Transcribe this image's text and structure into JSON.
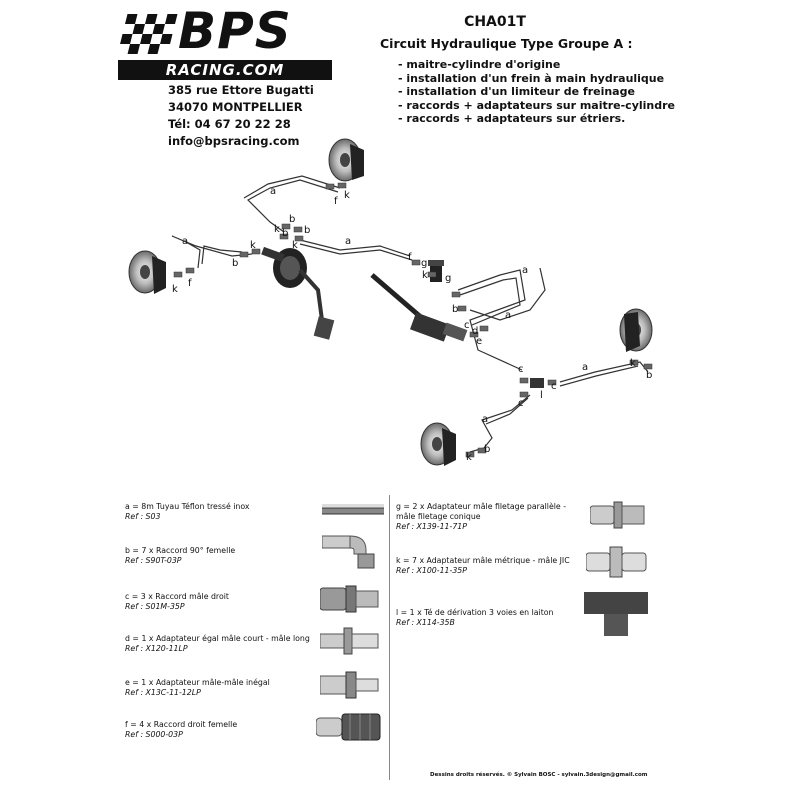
{
  "logo": {
    "brand": "BPS",
    "site": "RACING.COM"
  },
  "address": {
    "line1": "385 rue Ettore Bugatti",
    "line2": "34070 MONTPELLIER",
    "phone": "Tél: 04 67 20 22 28",
    "email": "info@bpsracing.com"
  },
  "kit": {
    "code": "CHA01T",
    "subtitle": "Circuit Hydraulique Type Groupe A :",
    "features": [
      "- maitre-cylindre d'origine",
      "- installation d'un frein à main hydraulique",
      "- installation d'un limiteur de freinage",
      "- raccords + adaptateurs sur maitre-cylindre",
      "- raccords + adaptateurs sur étriers."
    ]
  },
  "diagram_labels": [
    "a",
    "b",
    "c",
    "d",
    "e",
    "f",
    "g",
    "k",
    "l"
  ],
  "legend": [
    {
      "desc": "a = 8m Tuyau Téflon tressé inox",
      "ref": "Ref : S03"
    },
    {
      "desc": "b = 7 x Raccord 90° femelle",
      "ref": "Ref : S90T-03P"
    },
    {
      "desc": "c = 3 x Raccord mâle droit",
      "ref": "Ref : S01M-35P"
    },
    {
      "desc": "d = 1 x Adaptateur égal mâle court - mâle long",
      "ref": "Ref : X120-11LP"
    },
    {
      "desc": "e = 1 x Adaptateur mâle-mâle inégal",
      "ref": "Ref : X13C-11-12LP"
    },
    {
      "desc": "f = 4 x Raccord droit femelle",
      "ref": "Ref : S000-03P"
    },
    {
      "desc": "g = 2 x Adaptateur mâle filetage parallèle - mâle filetage conique",
      "ref": "Ref : X139-11-71P"
    },
    {
      "desc": "k = 7 x Adaptateur mâle métrique - mâle JIC",
      "ref": "Ref : X100-11-35P"
    },
    {
      "desc": "l = 1 x Té de dérivation 3 voies en laiton",
      "ref": "Ref : X114-35B"
    }
  ],
  "credits": "Dessins droits réservés. © Sylvain BOSC - sylvain.3design@gmail.com"
}
